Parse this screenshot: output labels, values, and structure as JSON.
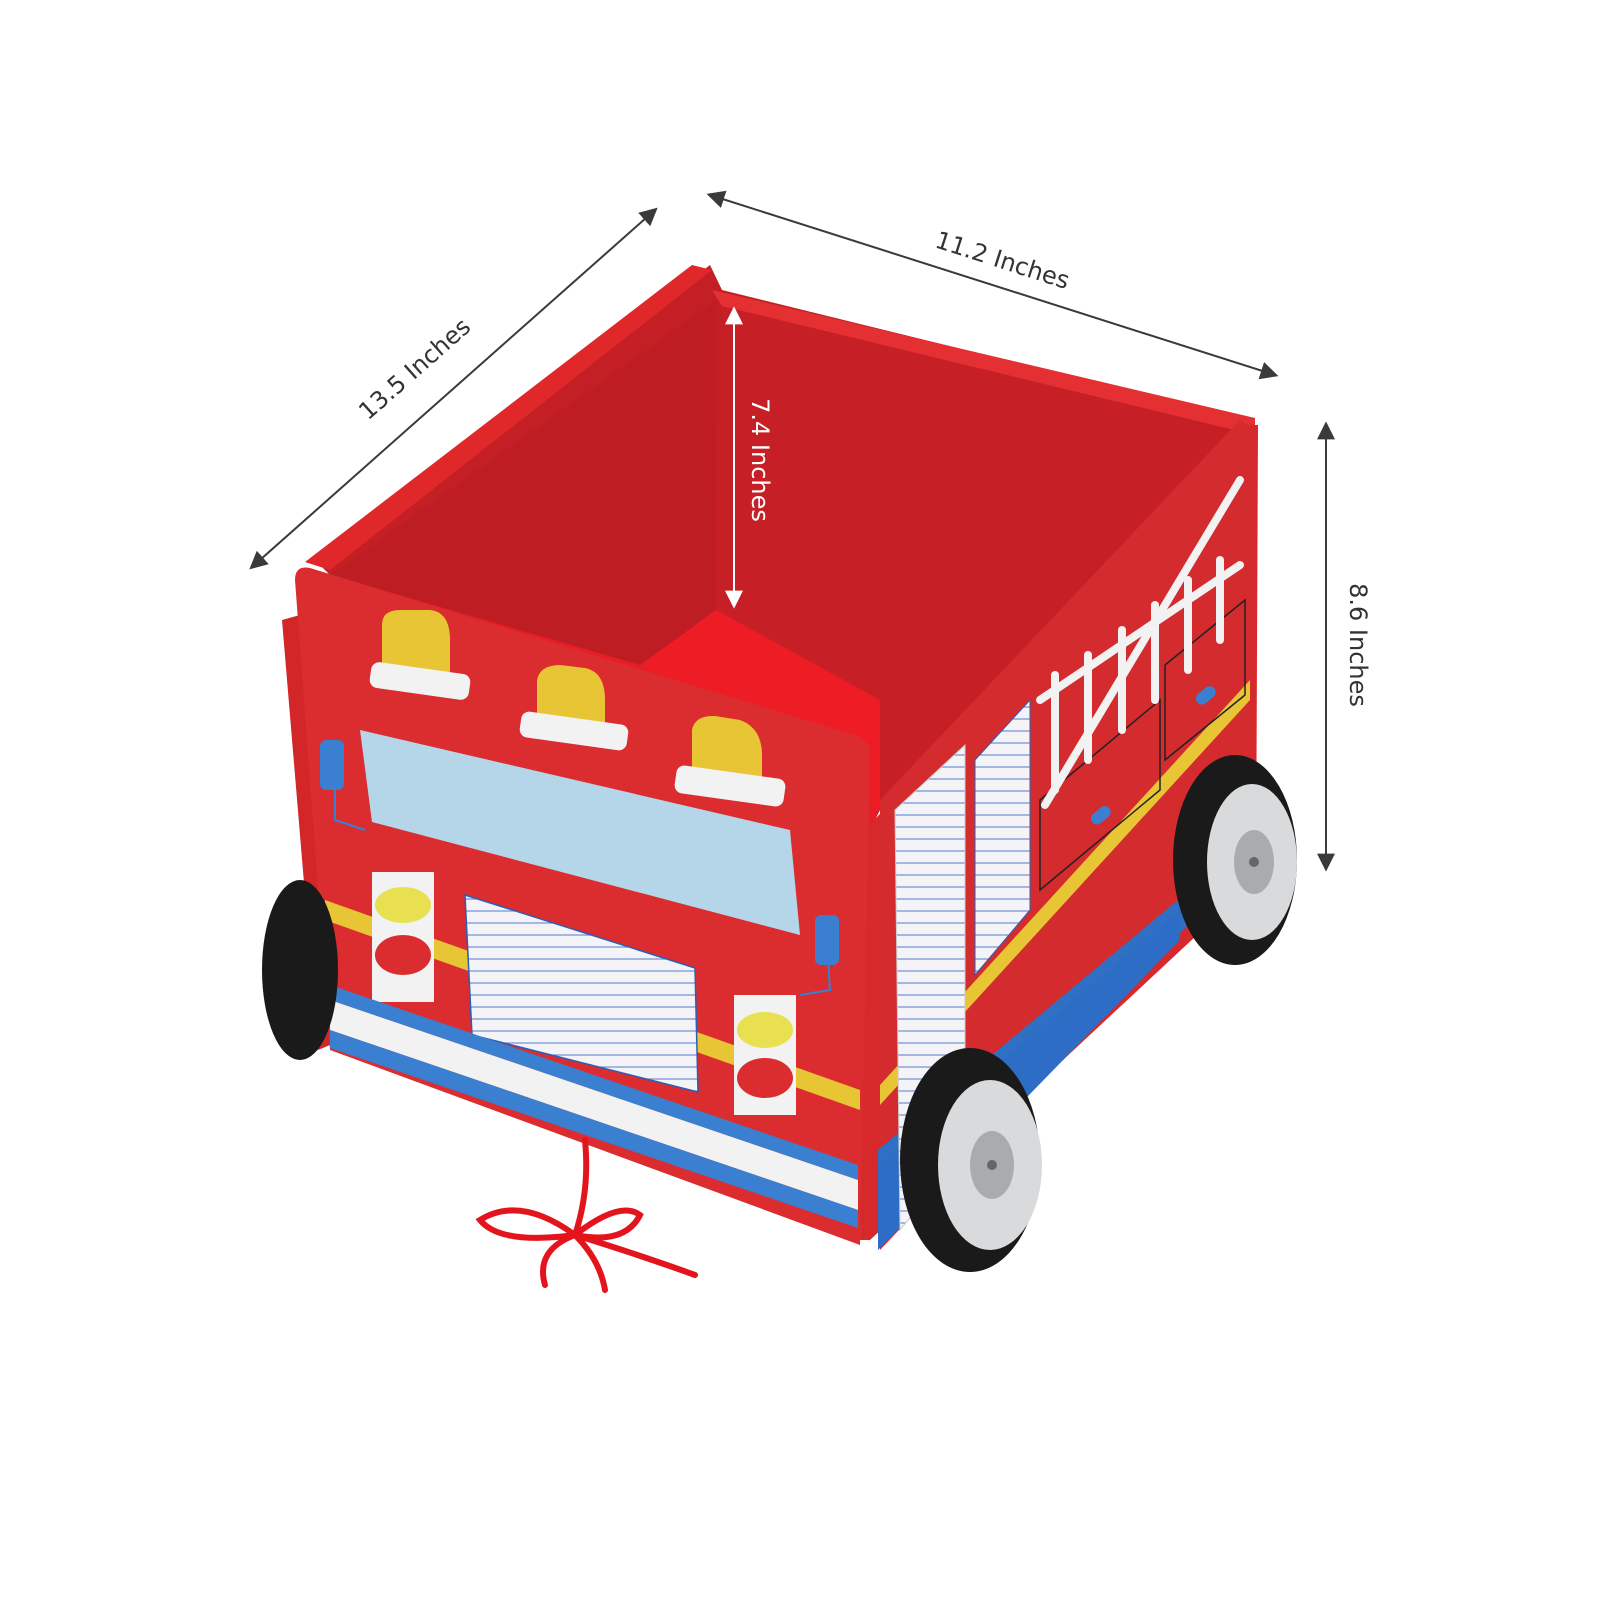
{
  "product": {
    "name": "fire-truck-toy-storage-box",
    "colors": {
      "body_red": "#d92b2b",
      "interior_red": "#c41f24",
      "floor_red": "#ee1c24",
      "yellow": "#e8c535",
      "window_blue": "#b5d6e8",
      "stripe_blue": "#3b7fd0",
      "white": "#f1f1f1",
      "tire_black": "#1a1a1a",
      "hubcap": "#d9dadc",
      "rope_red": "#e3141c"
    }
  },
  "dimensions": {
    "depth": {
      "label": "13.5 Inches"
    },
    "width": {
      "label": "11.2 Inches"
    },
    "height_total": {
      "label": "8.6 Inches"
    },
    "height_inner": {
      "label": "7.4 Inches"
    }
  },
  "arrow_color": "#3a3a3a"
}
